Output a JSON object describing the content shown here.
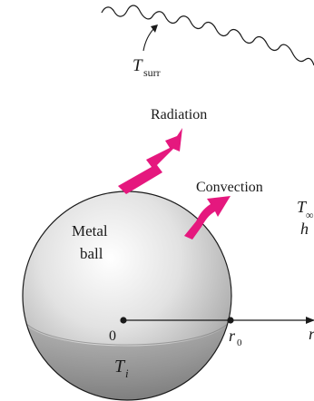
{
  "labels": {
    "t_surr_main": "T",
    "t_surr_sub": "surr",
    "radiation": "Radiation",
    "convection": "Convection",
    "metal_ball_line1": "Metal",
    "metal_ball_line2": "ball",
    "origin": "0",
    "r0_main": "r",
    "r0_sub": "0",
    "r_axis": "r",
    "t_inf_main": "T",
    "t_inf_sub": "∞",
    "h": "h",
    "t_i_main": "T",
    "t_i_sub": "i"
  },
  "colors": {
    "arrow": "#e5187e",
    "ink": "#1a1a1a",
    "ball_light": "#ffffff",
    "ball_dark": "#8f8f8f"
  }
}
